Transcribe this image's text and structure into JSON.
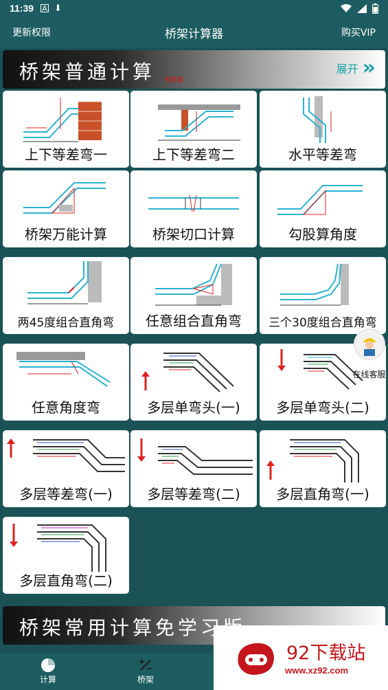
{
  "status_bar": {
    "time": "11:39",
    "icons": [
      "a-icon",
      "download-icon",
      "wifi-icon",
      "signal-icon",
      "battery-icon"
    ]
  },
  "app_bar": {
    "left": "更新权限",
    "title": "桥架计算器",
    "right": "购买VIP"
  },
  "banner_normal": {
    "title": "桥架普通计算",
    "tag": "免费版",
    "action": "展开"
  },
  "calculators": [
    {
      "label": "上下等差弯一",
      "diagram": "step-up-wall"
    },
    {
      "label": "上下等差弯二",
      "diagram": "step-down-wall"
    },
    {
      "label": "水平等差弯",
      "diagram": "horizontal-offset"
    },
    {
      "label": "桥架万能计算",
      "diagram": "universal"
    },
    {
      "label": "桥架切口计算",
      "diagram": "cut"
    },
    {
      "label": "勾股算角度",
      "diagram": "pythagoras"
    },
    {
      "label": "两45度组合直角弯",
      "diagram": "two-45"
    },
    {
      "label": "任意组合直角弯",
      "diagram": "any-combo"
    },
    {
      "label": "三个30度组合直角弯",
      "diagram": "three-30"
    },
    {
      "label": "任意角度弯",
      "diagram": "any-angle"
    },
    {
      "label": "多层单弯头(一)",
      "diagram": "multi-single-1"
    },
    {
      "label": "多层单弯头(二)",
      "diagram": "multi-single-2"
    },
    {
      "label": "多层等差弯(一)",
      "diagram": "multi-offset-1"
    },
    {
      "label": "多层等差弯(二)",
      "diagram": "multi-offset-2"
    },
    {
      "label": "多层直角弯(一)",
      "diagram": "multi-right-1"
    },
    {
      "label": "多层直角弯(二)",
      "diagram": "multi-right-2"
    }
  ],
  "customer_service": {
    "label": "在线客服"
  },
  "banner_common": {
    "title": "桥架常用计算免学习版"
  },
  "bottom_nav": [
    {
      "label": "计算",
      "icon": "calculator-icon",
      "active": true
    },
    {
      "label": "桥架",
      "icon": "percent-icon",
      "active": false
    }
  ],
  "watermark": {
    "title": "92下载站",
    "url": "www.xz92.com"
  },
  "colors": {
    "primary": "#1d5d61",
    "accent": "#1aa3a8",
    "danger": "#e02020"
  }
}
